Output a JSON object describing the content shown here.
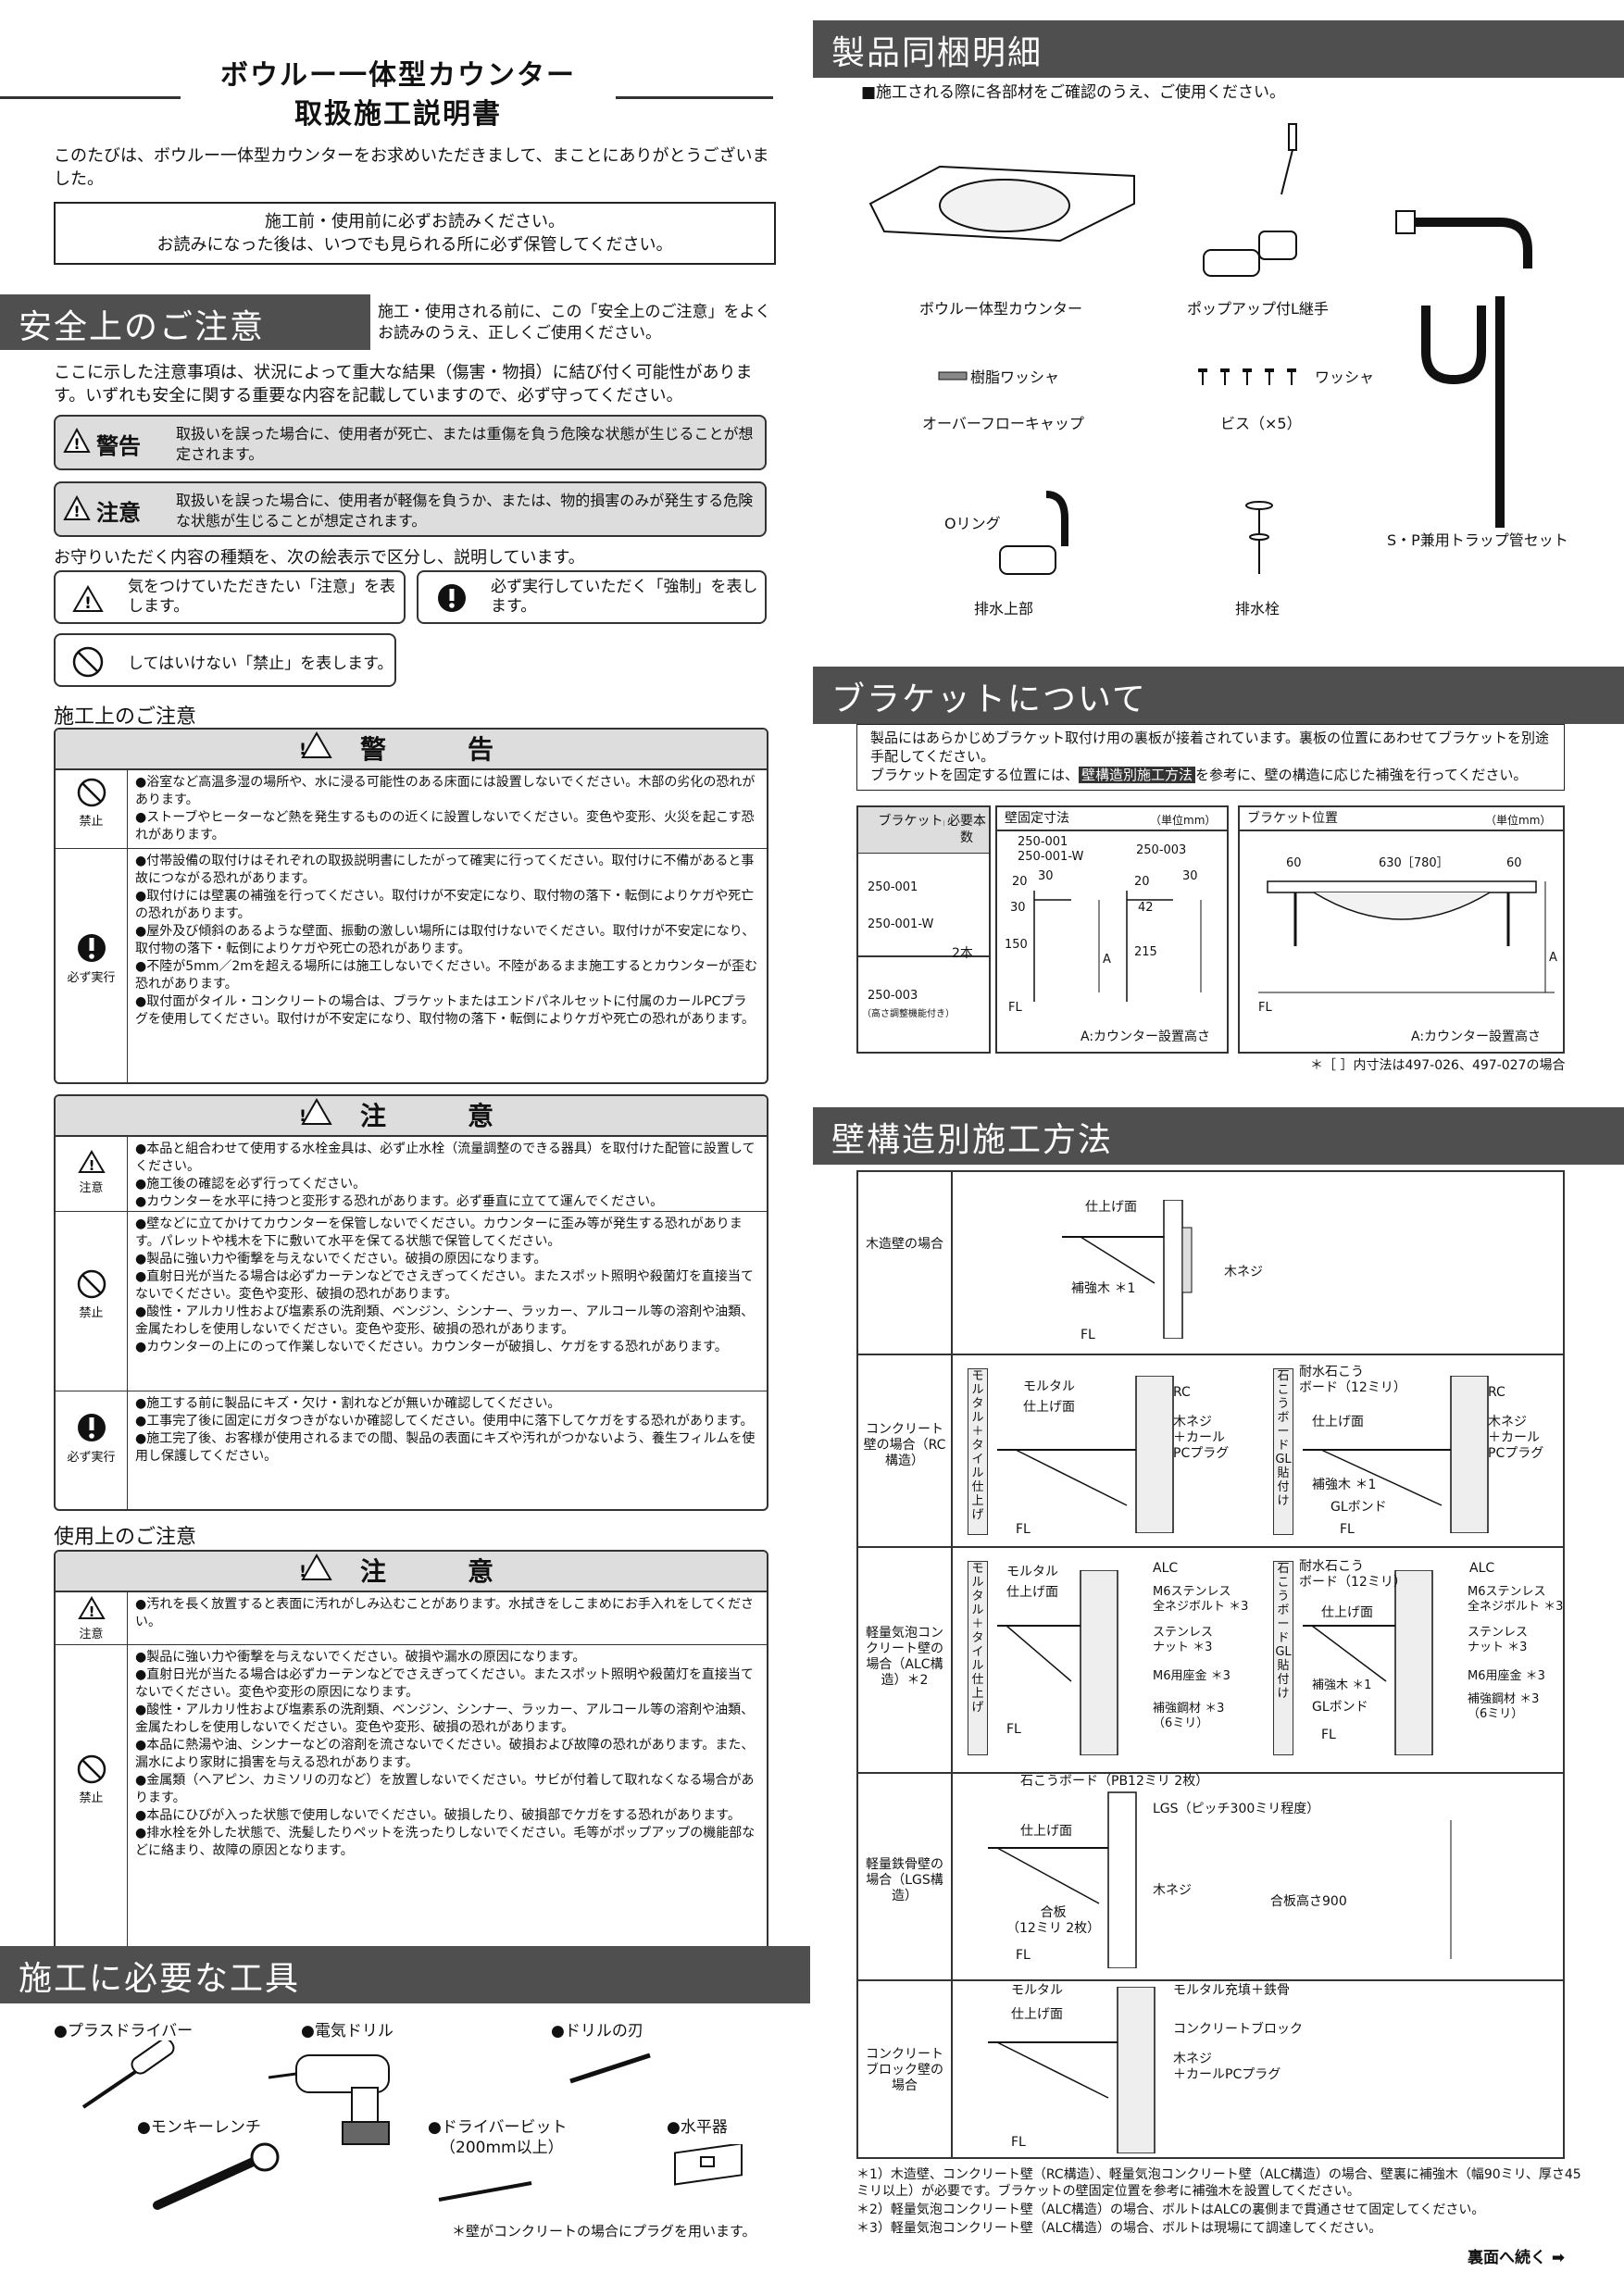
{
  "title": {
    "line1": "ボウルー一体型カウンター",
    "line2": "取扱施工説明書"
  },
  "intro": "このたびは、ボウルー一体型カウンターをお求めいただきまして、まことにありがとうございました。",
  "notice": {
    "line1": "施工前・使用前に必ずお読みください。",
    "line2": "お読みになった後は、いつでも見られる所に必ず保管してください。"
  },
  "safety": {
    "heading": "安全上のご注意",
    "heading_note": "施工・使用される前に、この「安全上のご注意」をよくお読みのうえ、正しくご使用ください。",
    "para": "ここに示した注意事項は、状況によって重大な結果（傷害・物損）に結び付く可能性があります。いずれも安全に関する重要な内容を記載していますので、必ず守ってください。",
    "warn_label": "警告",
    "warn_text": "取扱いを誤った場合に、使用者が死亡、または重傷を負う危険な状態が生じることが想定されます。",
    "caution_label": "注意",
    "caution_text": "取扱いを誤った場合に、使用者が軽傷を負うか、または、物的損害のみが発生する危険な状態が生じることが想定されます。",
    "legend_intro": "お守りいただく内容の種類を、次の絵表示で区分し、説明しています。",
    "legend_caution": "気をつけていただきたい「注意」を表します。",
    "legend_must": "必ず実行していただく「強制」を表します。",
    "legend_prohibit": "してはいけない「禁止」を表します。"
  },
  "install_caution": {
    "heading": "施工上のご注意",
    "warn_title": "警　告",
    "warn_rows": [
      {
        "icon": "禁止",
        "items": [
          "●浴室など高温多湿の場所や、水に浸る可能性のある床面には設置しないでください。木部の劣化の恐れがあります。",
          "●ストーブやヒーターなど熱を発生するものの近くに設置しないでください。変色や変形、火災を起こす恐れがあります。"
        ]
      },
      {
        "icon": "必ず実行",
        "items": [
          "●付帯設備の取付けはそれぞれの取扱説明書にしたがって確実に行ってください。取付けに不備があると事故につながる恐れがあります。",
          "●取付けには壁裏の補強を行ってください。取付けが不安定になり、取付物の落下・転倒によりケガや死亡の恐れがあります。",
          "●屋外及び傾斜のあるような壁面、振動の激しい場所には取付けないでください。取付けが不安定になり、取付物の落下・転倒によりケガや死亡の恐れがあります。",
          "●不陸が5mm／2mを超える場所には施工しないでください。不陸があるまま施工するとカウンターが歪む恐れがあります。",
          "●取付面がタイル・コンクリートの場合は、ブラケットまたはエンドパネルセットに付属のカールPCプラグを使用してください。取付けが不安定になり、取付物の落下・転倒によりケガや死亡の恐れがあります。"
        ]
      }
    ],
    "caution_title": "注　意",
    "caution_rows": [
      {
        "icon": "注意",
        "items": [
          "●本品と組合わせて使用する水栓金具は、必ず止水栓（流量調整のできる器具）を取付けた配管に設置してください。",
          "●施工後の確認を必ず行ってください。",
          "●カウンターを水平に持つと変形する恐れがあります。必ず垂直に立てて運んでください。"
        ]
      },
      {
        "icon": "禁止",
        "items": [
          "●壁などに立てかけてカウンターを保管しないでください。カウンターに歪み等が発生する恐れがあります。パレットや桟木を下に敷いて水平を保てる状態で保管してください。",
          "●製品に強い力や衝撃を与えないでください。破損の原因になります。",
          "●直射日光が当たる場合は必ずカーテンなどでさえぎってください。またスポット照明や殺菌灯を直接当てないでください。変色や変形、破損の恐れがあります。",
          "●酸性・アルカリ性および塩素系の洗剤類、ベンジン、シンナー、ラッカー、アルコール等の溶剤や油類、金属たわしを使用しないでください。変色や変形、破損の恐れがあります。",
          "●カウンターの上にのって作業しないでください。カウンターが破損し、ケガをする恐れがあります。"
        ]
      },
      {
        "icon": "必ず実行",
        "items": [
          "●施工する前に製品にキズ・欠け・割れなどが無いか確認してください。",
          "●工事完了後に固定にガタつきがないか確認してください。使用中に落下してケガをする恐れがあります。",
          "●施工完了後、お客様が使用されるまでの間、製品の表面にキズや汚れがつかないよう、養生フィルムを使用し保護してください。"
        ]
      }
    ]
  },
  "use_caution": {
    "heading": "使用上のご注意",
    "title": "注　意",
    "rows": [
      {
        "icon": "注意",
        "items": [
          "●汚れを長く放置すると表面に汚れがしみ込むことがあります。水拭きをしこまめにお手入れをしてください。"
        ]
      },
      {
        "icon": "禁止",
        "items": [
          "●製品に強い力や衝撃を与えないでください。破損や漏水の原因になります。",
          "●直射日光が当たる場合は必ずカーテンなどでさえぎってください。またスポット照明や殺菌灯を直接当てないでください。変色や変形の原因になります。",
          "●酸性・アルカリ性および塩素系の洗剤類、ベンジン、シンナー、ラッカー、アルコール等の溶剤や油類、金属たわしを使用しないでください。変色や変形、破損の恐れがあります。",
          "●本品に熱湯や油、シンナーなどの溶剤を流さないでください。破損および故障の恐れがあります。また、漏水により家財に損害を与える恐れがあります。",
          "●金属類（ヘアピン、カミソリの刃など）を放置しないでください。サビが付着して取れなくなる場合があります。",
          "●本品にひびが入った状態で使用しないでください。破損したり、破損部でケガをする恐れがあります。",
          "●排水栓を外した状態で、洗髪したりペットを洗ったりしないでください。毛等がポップアップの機能部などに絡まり、故障の原因となります。"
        ]
      }
    ]
  },
  "tools": {
    "heading": "施工に必要な工具",
    "items": [
      "●プラスドライバー",
      "●電気ドリル",
      "●ドリルの刃",
      "●モンキーレンチ",
      "●ドライバービット",
      "●水平器"
    ],
    "bit_note": "（200mm以上）",
    "note": "＊壁がコンクリートの場合にプラグを用います。"
  },
  "parts": {
    "heading": "製品同梱明細",
    "intro": "■施工される際に各部材をご確認のうえ、ご使用ください。",
    "counter": "ボウルー体型カウンター",
    "popup": "ポップアップ付L継手",
    "washer_resin": "樹脂ワッシャ",
    "washer": "ワッシャ",
    "overflow": "オーバーフローキャップ",
    "screws": "ビス（×5）",
    "oring": "Oリング",
    "drain_top": "排水上部",
    "drain_plug": "排水栓",
    "trap": "S・P兼用トラップ管セット"
  },
  "bracket": {
    "heading": "ブラケットについて",
    "desc1": "製品にはあらかじめブラケット取付け用の裏板が接着されています。裏板の位置にあわせてブラケットを別途手配してください。",
    "desc2_a": "ブラケットを固定する位置には、",
    "desc2_tag": "壁構造別施工方法",
    "desc2_b": "を参考に、壁の構造に応じた補強を行ってください。",
    "col_part": "ブラケット品番",
    "col_need": "必要本数",
    "col_wall": "壁固定寸法",
    "col_pos": "ブラケット位置",
    "unit": "（単位mm）",
    "codes": [
      "250-001",
      "250-001-W",
      "250-003"
    ],
    "code3_note": "（高さ調整機能付き）",
    "qty": "2本",
    "dim_a_title": "250-001\n250-001-W",
    "dim_b_title": "250-003",
    "dims": {
      "a20": "20",
      "a30": "30",
      "a30b": "30",
      "a150": "150",
      "b20": "20",
      "b30": "30",
      "b42": "42",
      "b215": "215",
      "A": "A",
      "p60l": "60",
      "p630": "630［780］",
      "p60r": "60"
    },
    "fl": "FL",
    "a_note": "A:カウンター設置高さ",
    "footnote": "＊［ ］内寸法は497-026、497-027の場合"
  },
  "wall": {
    "heading": "壁構造別施工方法",
    "rows": [
      {
        "name": "木造壁の場合"
      },
      {
        "name": "コンクリート壁の場合（RC構造）"
      },
      {
        "name": "軽量気泡コンクリート壁の場合（ALC構造）＊2"
      },
      {
        "name": "軽量鉄骨壁の場合（LGS構造）"
      },
      {
        "name": "コンクリートブロック壁の場合"
      }
    ],
    "labels": {
      "finish": "仕上げ面",
      "reinforce": "補強木 ＊1",
      "wood_screw": "木ネジ",
      "fl": "FL",
      "mortar_tile": "モルタル＋タイル仕上げ",
      "gypsum_gl": "石こうボードGL貼付け",
      "mortar": "モルタル",
      "rc": "RC",
      "screw_plug": "木ネジ\n＋カール\nPCプラグ",
      "fire_board": "耐水石こう\nボード（12ミリ）",
      "gl_bond": "GLボンド",
      "alc": "ALC",
      "m6_bolt": "M6ステンレス\n全ネジボルト ＊3",
      "nut": "ステンレス\nナット ＊3",
      "washer_m6": "M6用座金 ＊3",
      "steel": "補強鋼材 ＊3\n（6ミリ）",
      "lgs_board": "石こうボード（PB12ミリ 2枚）",
      "lgs_pitch": "LGS（ピッチ300ミリ程度）",
      "plywood": "合板\n（12ミリ 2枚）",
      "ply_height": "合板高さ900",
      "mortar_fill": "モルタル充填＋鉄骨",
      "block": "コンクリートブロック",
      "screw_plug2": "木ネジ\n＋カールPCプラグ"
    },
    "notes": [
      "＊1）木造壁、コンクリート壁（RC構造）、軽量気泡コンクリート壁（ALC構造）の場合、壁裏に補強木（幅90ミリ、厚さ45ミリ以上）が必要です。ブラケットの壁固定位置を参考に補強木を設置してください。",
      "＊2）軽量気泡コンクリート壁（ALC構造）の場合、ボルトはALCの裏側まで貫通させて固定してください。",
      "＊3）軽量気泡コンクリート壁（ALC構造）の場合、ボルトは現場にて調達してください。"
    ],
    "next": "裏面へ続く"
  }
}
